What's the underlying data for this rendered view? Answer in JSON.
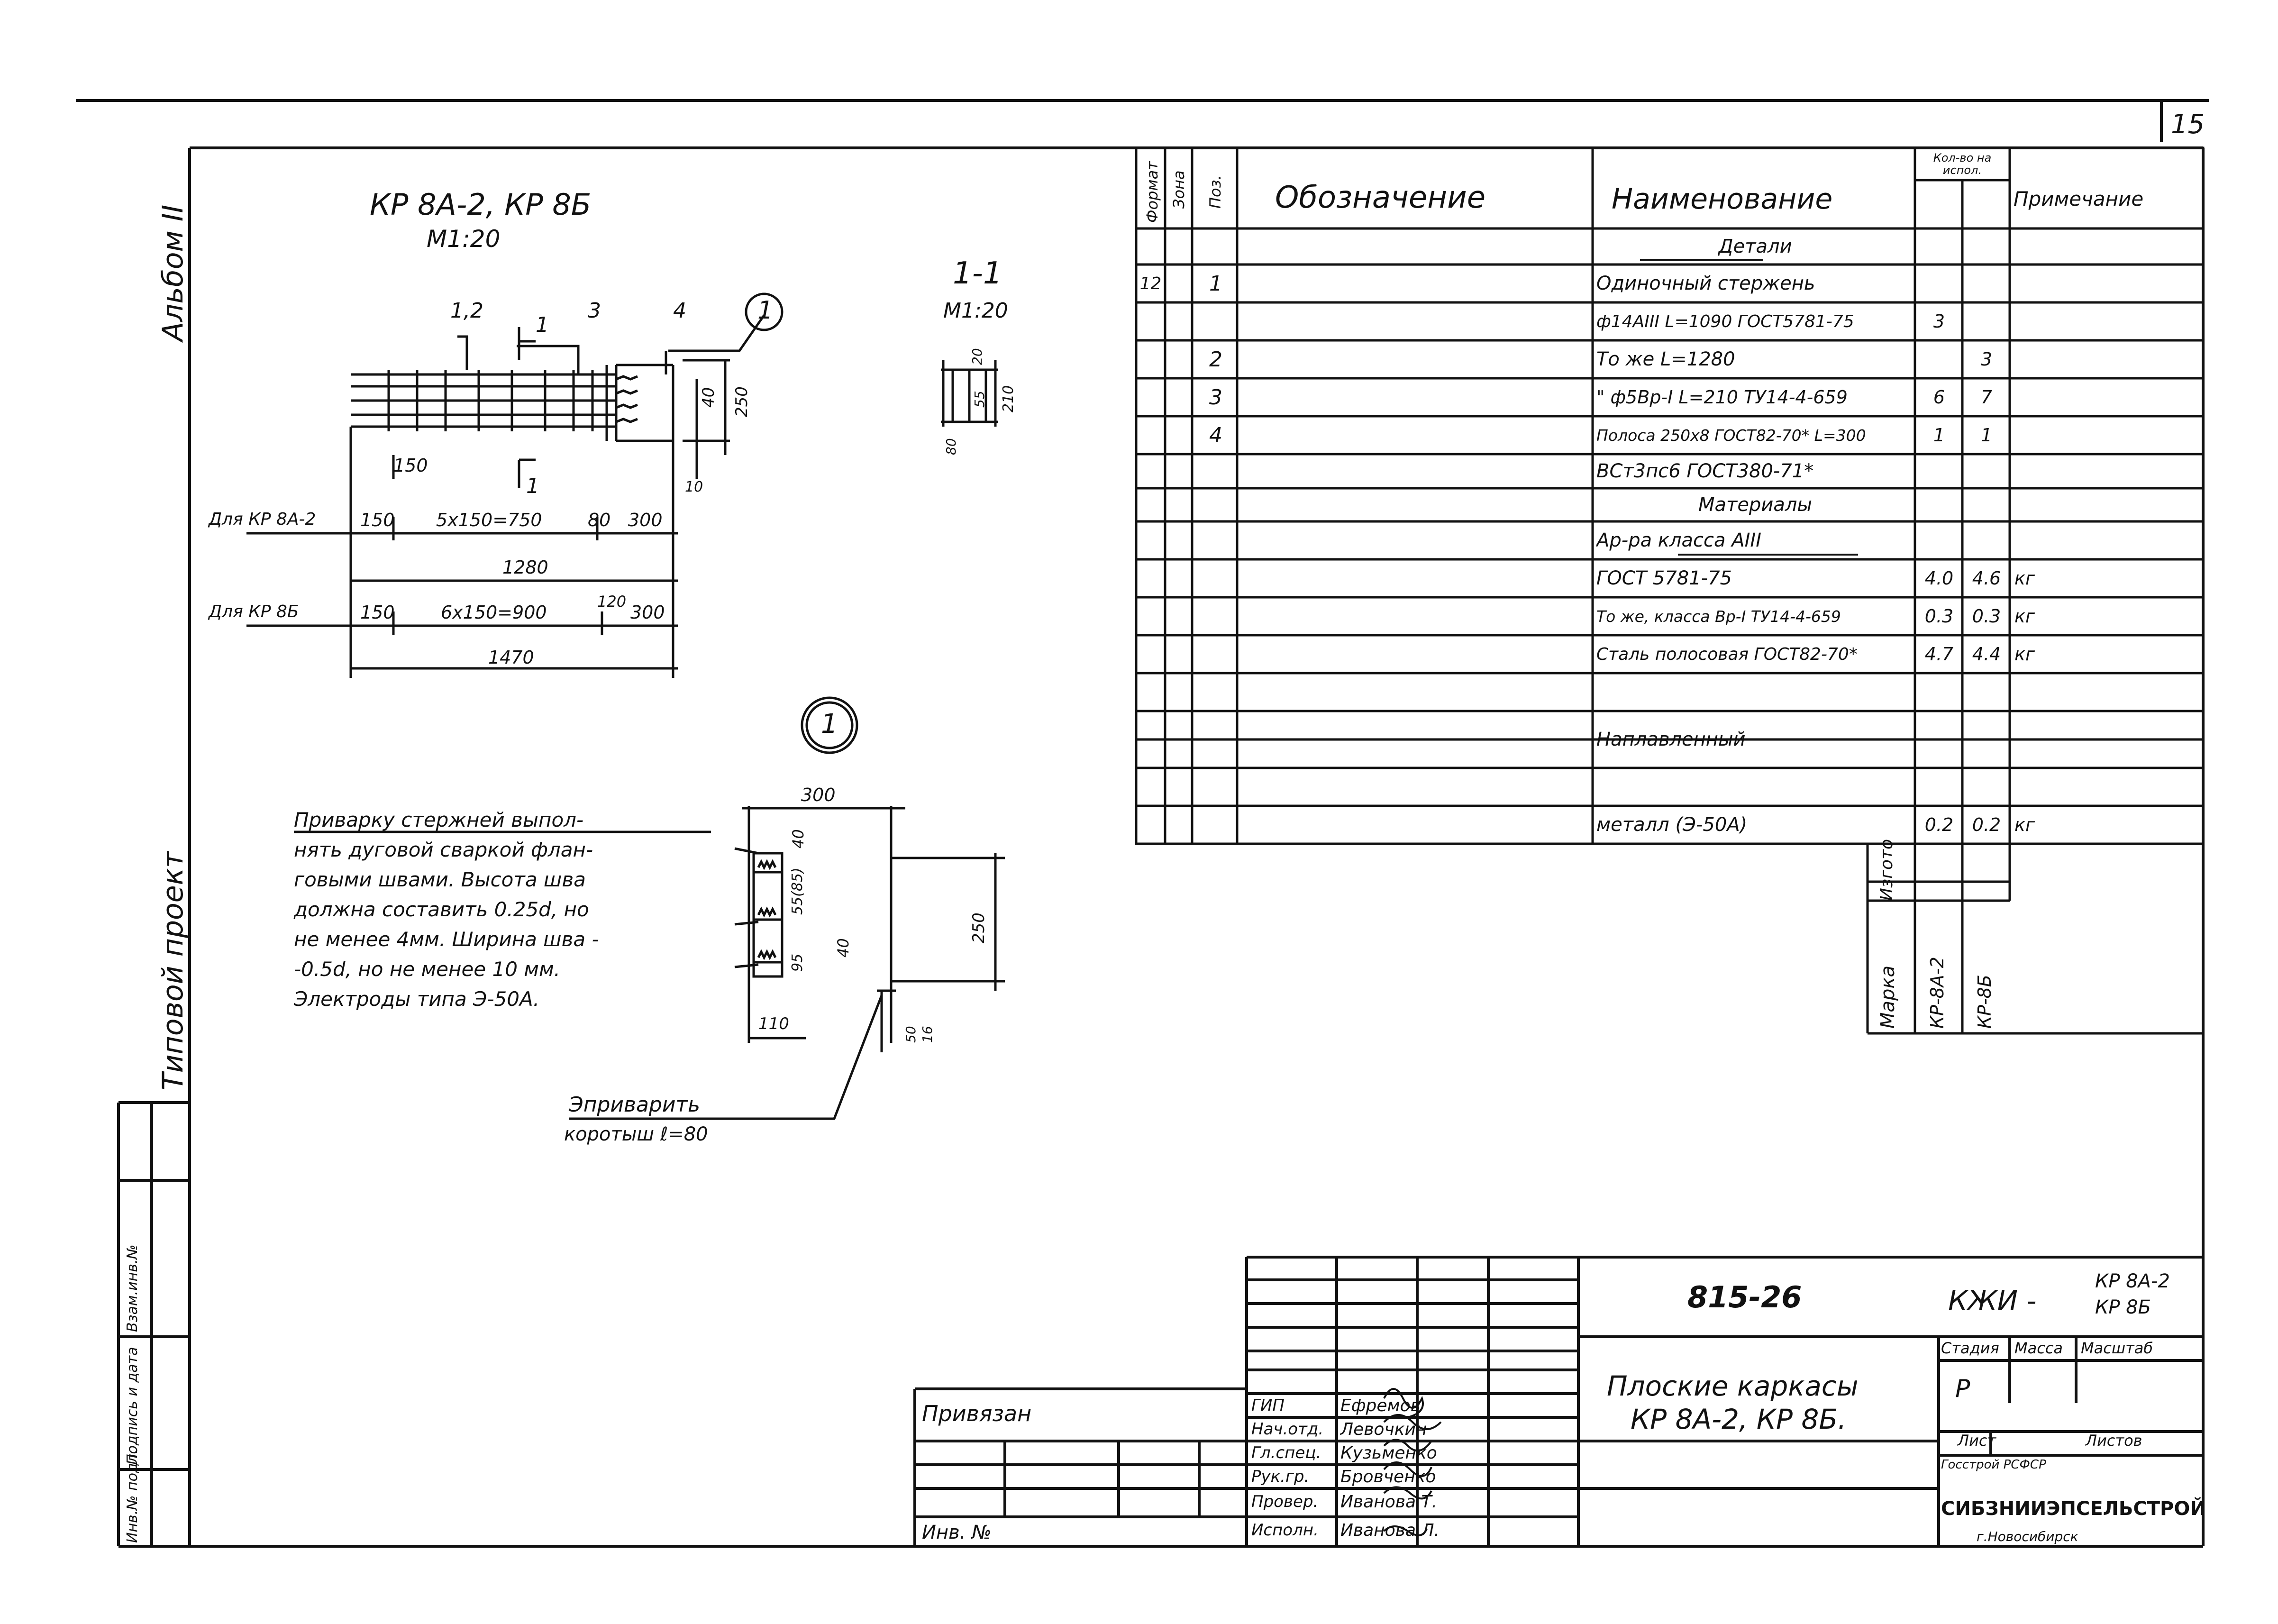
{
  "sheet_number": "15",
  "album_label": "Альбом II",
  "project_type_label": "Типовой проект",
  "left_strip": [
    "Инв.№ подл.",
    "Подпись и дата",
    "Взам.инв.№"
  ],
  "drawing": {
    "title": "КР 8А-2, КР 8Б",
    "scale": "М1:20",
    "section_title": "1-1",
    "section_scale": "М1:20",
    "position_callouts": [
      "1,2",
      "1",
      "3",
      "4"
    ],
    "callout_circle": "1",
    "section_mark": "1",
    "dims_elevation": {
      "d40": "40",
      "d250": "250",
      "d150": "150",
      "d10": "10"
    },
    "row_a": {
      "label": "Для КР 8А-2",
      "d1": "150",
      "d2": "5х150=750",
      "d3": "80",
      "d4": "300",
      "total": "1280"
    },
    "row_b": {
      "label": "Для КР 8Б",
      "d1": "150",
      "d2": "6х150=900",
      "d3": "120",
      "d4": "300",
      "total": "1470"
    },
    "section_dims": {
      "a": "20",
      "b": "55",
      "c": "210",
      "d": "80"
    },
    "detail_circle": "1",
    "detail_dims": {
      "top": "300",
      "d40a": "40",
      "d85": "55(85)",
      "d95": "95",
      "d40b": "40",
      "d250": "250",
      "d110": "110",
      "d50": "50",
      "d16": "16"
    },
    "weld_note": [
      "Приварку стержней выпол-",
      "нять дуговой сваркой флан-",
      "говыми швами. Высота шва",
      "должна составить 0.25d, но",
      "не менее 4мм. Ширина шва -",
      "-0.5d, но не менее 10 мм.",
      "Электроды типа Э-50А."
    ],
    "weld_callout": [
      "Эприварить",
      "коротыш ℓ=80"
    ]
  },
  "spec_table": {
    "headers": [
      "Формат",
      "Зона",
      "Поз.",
      "Обозначение",
      "Наименование",
      "Кол-во на испол.",
      "Примечание"
    ],
    "rows": [
      {
        "format": "",
        "zone": "",
        "pos": "",
        "name": "Детали",
        "q1": "",
        "q2": "",
        "note": "",
        "underline": true
      },
      {
        "format": "12",
        "zone": "",
        "pos": "1",
        "name": "Одиночный стержень",
        "q1": "",
        "q2": "",
        "note": ""
      },
      {
        "format": "",
        "zone": "",
        "pos": "",
        "name": "ф14АIII L=1090 ГОСТ5781-75",
        "q1": "3",
        "q2": "",
        "note": ""
      },
      {
        "format": "",
        "zone": "",
        "pos": "2",
        "name": "То же L=1280",
        "q1": "",
        "q2": "3",
        "note": ""
      },
      {
        "format": "",
        "zone": "",
        "pos": "3",
        "name": "\" ф5Вр-I L=210 ТУ14-4-659",
        "q1": "6",
        "q2": "7",
        "note": ""
      },
      {
        "format": "",
        "zone": "",
        "pos": "4",
        "name": "Полоса 250х8 ГОСТ82-70* L=300",
        "q1": "1",
        "q2": "1",
        "note": ""
      },
      {
        "format": "",
        "zone": "",
        "pos": "",
        "name": "ВСт3пс6 ГОСТ380-71*",
        "q1": "",
        "q2": "",
        "note": ""
      },
      {
        "format": "",
        "zone": "",
        "pos": "",
        "name": "Материалы",
        "q1": "",
        "q2": "",
        "note": "",
        "underline": true
      },
      {
        "format": "",
        "zone": "",
        "pos": "",
        "name": "Ар-ра класса АIII",
        "q1": "",
        "q2": "",
        "note": ""
      },
      {
        "format": "",
        "zone": "",
        "pos": "",
        "name": "ГОСТ 5781-75",
        "q1": "4.0",
        "q2": "4.6",
        "note": "кг"
      },
      {
        "format": "",
        "zone": "",
        "pos": "",
        "name": "То же, класса Вр-I ТУ14-4-659",
        "q1": "0.3",
        "q2": "0.3",
        "note": "кг"
      },
      {
        "format": "",
        "zone": "",
        "pos": "",
        "name": "Сталь полосовая ГОСТ82-70*",
        "q1": "4.7",
        "q2": "4.4",
        "note": "кг"
      },
      {
        "format": "",
        "zone": "",
        "pos": "",
        "name": "",
        "q1": "",
        "q2": "",
        "note": ""
      },
      {
        "format": "",
        "zone": "",
        "pos": "",
        "name": "Наплавленный",
        "q1": "",
        "q2": "",
        "note": ""
      },
      {
        "format": "",
        "zone": "",
        "pos": "",
        "name": "металл (Э-50А)",
        "q1": "0.2",
        "q2": "0.2",
        "note": "кг"
      }
    ],
    "marka_labels": [
      "Марка",
      "Изгото",
      "КР-8А-2",
      "КР-8Б"
    ]
  },
  "title_block": {
    "doc_code": "815-26",
    "doc_mark": "КЖИ -",
    "doc_mark_sub": [
      "КР 8А-2",
      "КР 8Б"
    ],
    "title": [
      "Плоские каркасы",
      "КР 8А-2, КР 8Б."
    ],
    "stage_label": "Стадия",
    "mass_label": "Масса",
    "scale_label": "Масштаб",
    "stage": "Р",
    "sheet_label": "Лист",
    "sheets_label": "Листов",
    "org_top": "Госстрой РСФСР",
    "org_name": "СИБЗНИИЭПСЕЛЬСТРОЙ",
    "org_city": "г.Новосибирск",
    "privyazan": "Привязан",
    "inv": "Инв. №",
    "roles": [
      "ГИП",
      "Нач.отд.",
      "Гл.спец.",
      "Рук.гр.",
      "Провер.",
      "Исполн."
    ],
    "people": [
      "Ефремов",
      "Левочкин",
      "Кузьменко",
      "Бровченко",
      "Иванова Т.",
      "Иванова Л."
    ]
  }
}
